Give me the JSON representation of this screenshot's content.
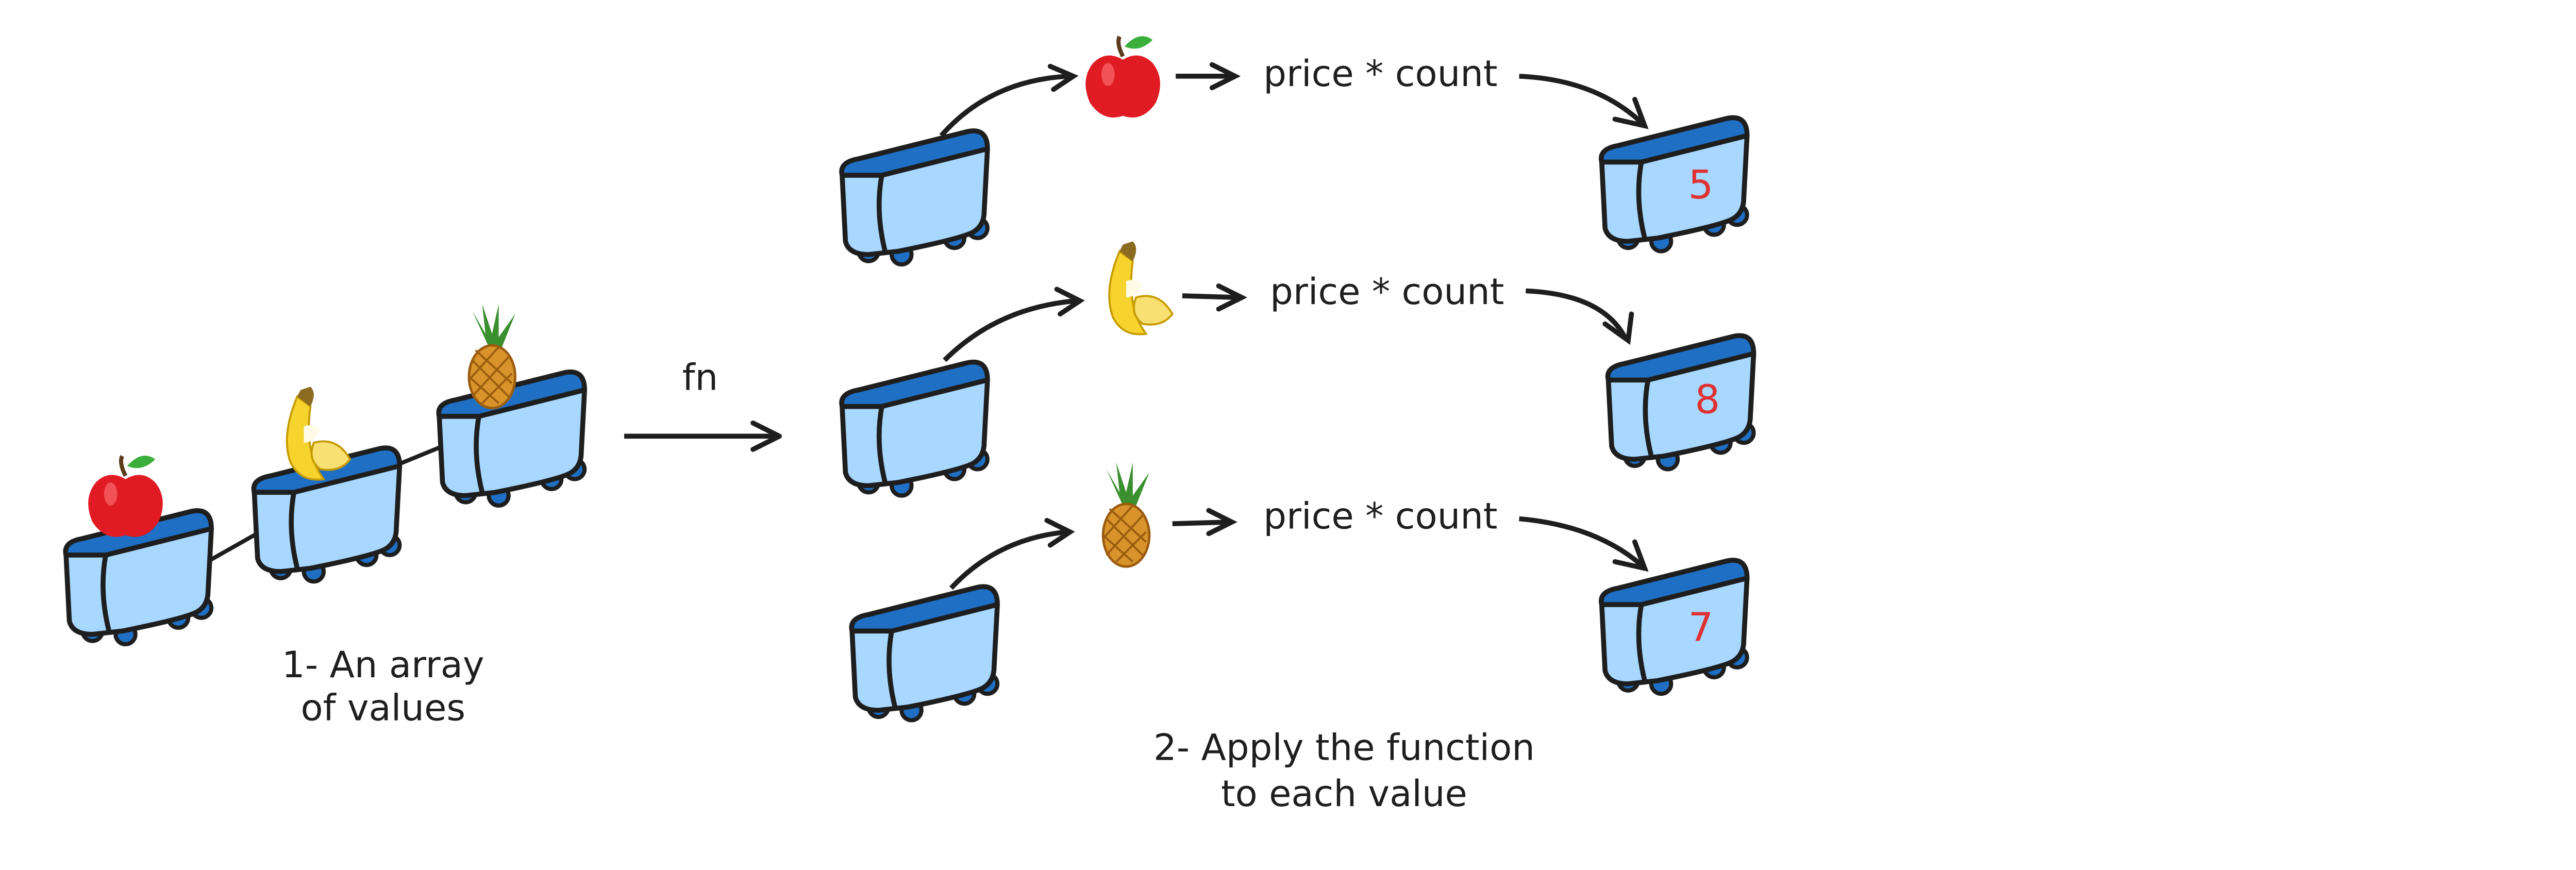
{
  "diagram": {
    "caption_left": [
      "1- An array",
      "of values"
    ],
    "caption_right": [
      "2- Apply the function",
      "to each value"
    ],
    "arrow_label": "fn",
    "input_items": [
      "apple-icon",
      "banana-icon",
      "pineapple-icon"
    ],
    "rows": [
      {
        "fruit": "apple-icon",
        "formula": "price * count",
        "result": "5"
      },
      {
        "fruit": "banana-icon",
        "formula": "price * count",
        "result": "8"
      },
      {
        "fruit": "pineapple-icon",
        "formula": "price * count",
        "result": "7"
      }
    ]
  },
  "colors": {
    "cart_top": "#1f6fc4",
    "cart_body": "#a8d8ff",
    "wheel": "#1f6fc4",
    "stroke": "#1e1e1e",
    "result_text": "#e03131"
  }
}
